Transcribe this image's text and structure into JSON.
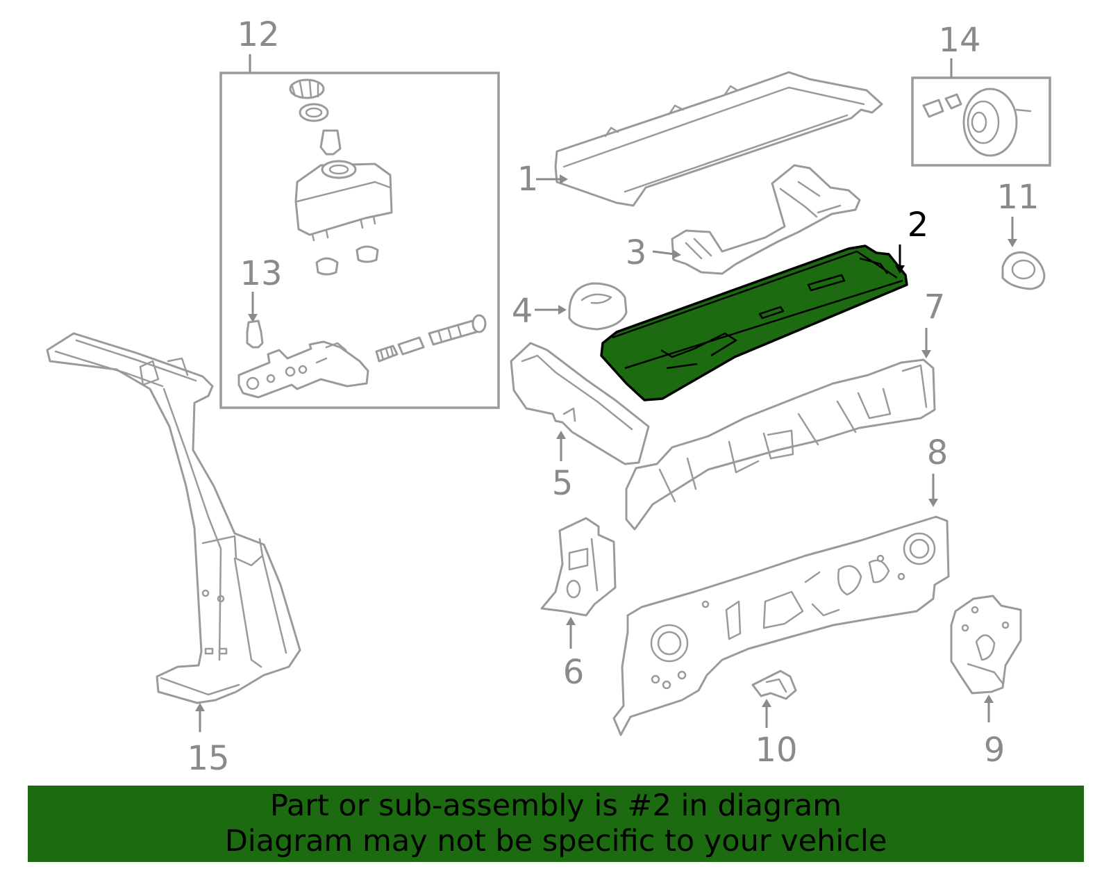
{
  "diagram": {
    "highlighted_part": "2",
    "callouts": [
      {
        "id": "1",
        "label": "1"
      },
      {
        "id": "2",
        "label": "2"
      },
      {
        "id": "3",
        "label": "3"
      },
      {
        "id": "4",
        "label": "4"
      },
      {
        "id": "5",
        "label": "5"
      },
      {
        "id": "6",
        "label": "6"
      },
      {
        "id": "7",
        "label": "7"
      },
      {
        "id": "8",
        "label": "8"
      },
      {
        "id": "9",
        "label": "9"
      },
      {
        "id": "10",
        "label": "10"
      },
      {
        "id": "11",
        "label": "11"
      },
      {
        "id": "12",
        "label": "12"
      },
      {
        "id": "13",
        "label": "13"
      },
      {
        "id": "14",
        "label": "14"
      },
      {
        "id": "15",
        "label": "15"
      }
    ],
    "colors": {
      "highlight": "#1c6b10",
      "outline": "#9a9a9a",
      "callout_text": "#8a8a8a",
      "banner_background": "#1c6b10"
    }
  },
  "banner": {
    "line1": "Part or sub-assembly is #2 in diagram",
    "line2": "Diagram may not be specific to your vehicle"
  }
}
